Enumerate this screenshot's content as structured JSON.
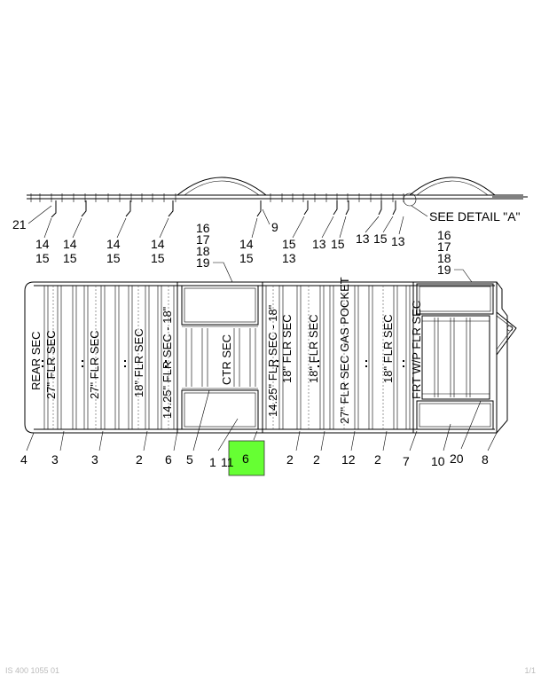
{
  "callouts": {
    "top_row": [
      "21",
      "9",
      "SEE DETAIL \"A\""
    ],
    "pairs": [
      [
        "14",
        "15"
      ],
      [
        "14",
        "15"
      ],
      [
        "14",
        "15"
      ],
      [
        "14",
        "15"
      ],
      [
        "14",
        "15"
      ],
      [
        "15",
        "13"
      ],
      [
        "13",
        "15"
      ],
      [
        "13",
        "15",
        "13"
      ]
    ],
    "stack_left": [
      "16",
      "17",
      "18",
      "19"
    ],
    "stack_right": [
      "16",
      "17",
      "18",
      "19"
    ],
    "bottom_row": [
      "4",
      "3",
      "3",
      "2",
      "6",
      "5",
      "1",
      "11",
      "2",
      "2",
      "12",
      "2",
      "7",
      "10",
      "20",
      "8"
    ],
    "highlight": "6"
  },
  "sections": {
    "rear_sec": "REAR SEC",
    "flr27_a": "27\" FLR SEC",
    "flr27_b": "27\" FLR SEC",
    "flr18_a": "18\" FLR SEC",
    "flr1425_a": "14.25\" FLR SEC - 18\"",
    "ctr_sec": "CTR SEC",
    "flr1425_b": "14.25\" FLR SEC - 18\"",
    "flr18_b": "18\" FLR SEC",
    "flr18_c": "18\" FLR SEC",
    "gas_pocket": "27\" FLR SEC GAS POCKET",
    "flr18_d": "18\" FLR SEC",
    "frt_wp": "FRT W/P FLR SEC"
  },
  "footer": {
    "left": "IS 400 1055 01",
    "right": "1/1"
  },
  "colors": {
    "highlight": "#66ff33",
    "line": "#000000"
  }
}
